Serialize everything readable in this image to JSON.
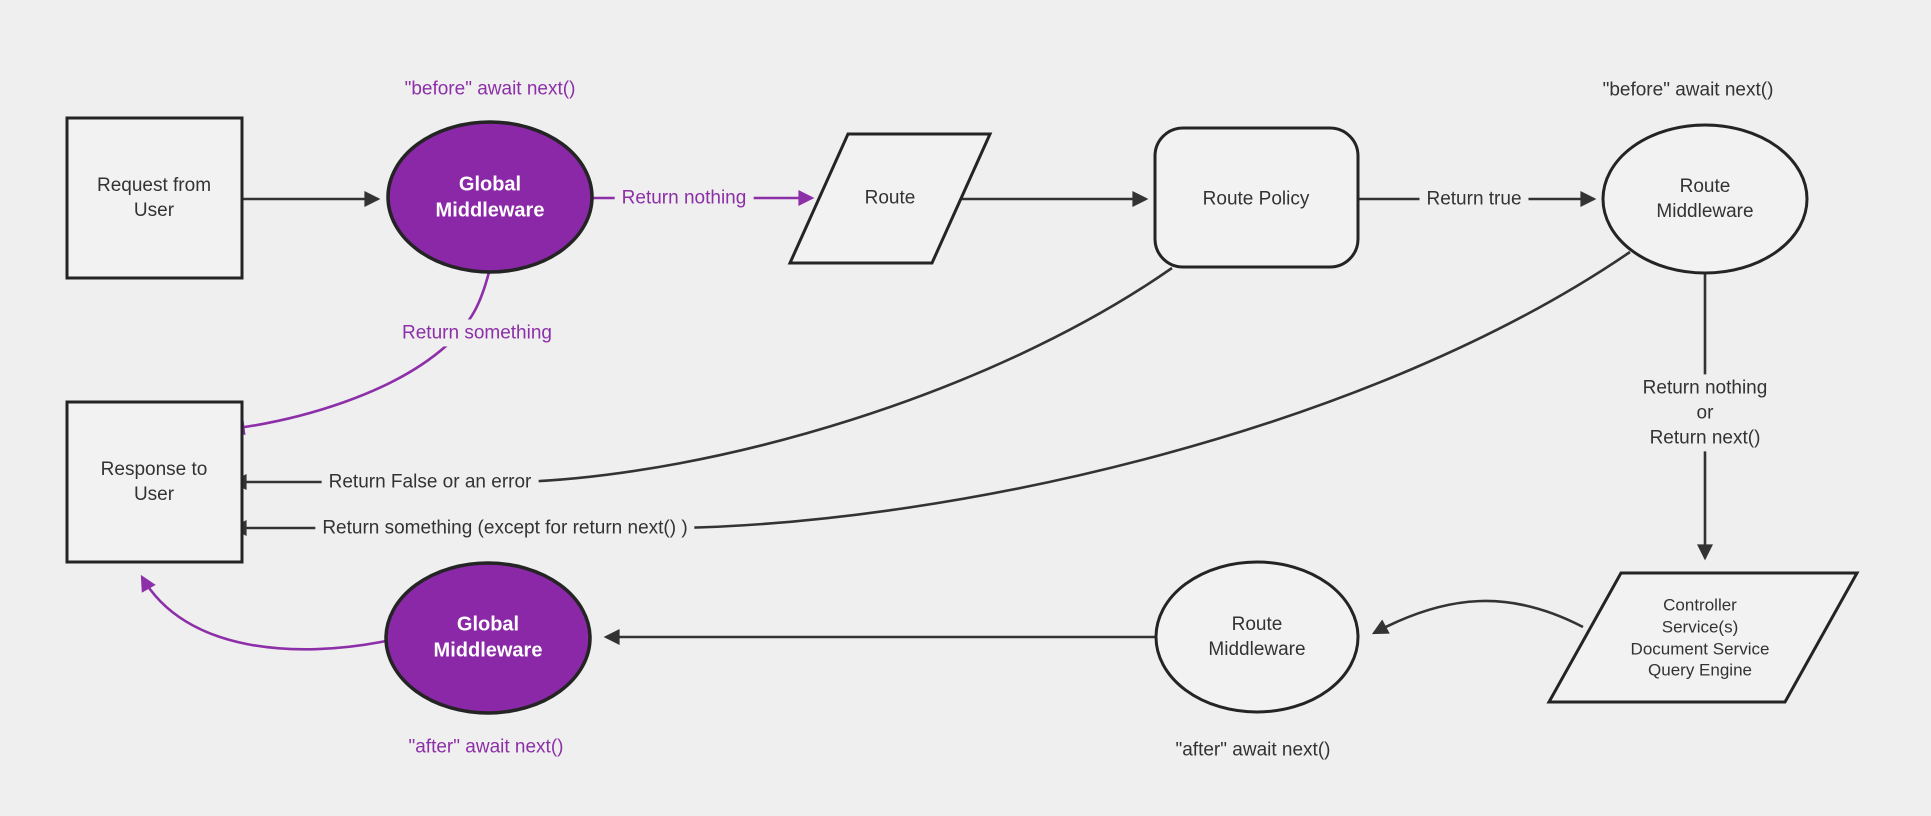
{
  "diagram": {
    "nodes": {
      "request": {
        "label": "Request from\nUser"
      },
      "global_middleware_top": {
        "label": "Global\nMiddleware"
      },
      "route": {
        "label": "Route"
      },
      "route_policy": {
        "label": "Route Policy"
      },
      "route_middleware_top": {
        "label": "Route\nMiddleware"
      },
      "controller": {
        "label": "Controller\nService(s)\nDocument Service\nQuery Engine"
      },
      "route_middleware_bottom": {
        "label": "Route\nMiddleware"
      },
      "global_middleware_bottom": {
        "label": "Global\nMiddleware"
      },
      "response": {
        "label": "Response to\nUser"
      }
    },
    "edge_labels": {
      "before_await_next_global": "\"before\" await next()",
      "return_nothing": "Return nothing",
      "return_true": "Return true",
      "before_await_next_route": "\"before\" await next()",
      "return_nothing_or_next": "Return nothing\nor\nReturn next()",
      "return_something": "Return something",
      "return_false_or_error": "Return False or an error",
      "return_something_except": "Return something (except for return next() )",
      "after_await_next_route": "\"after\" await next()",
      "after_await_next_global": "\"after\" await next()"
    },
    "colors": {
      "background": "#efefef",
      "node_fill": "#f2f2f2",
      "node_stroke": "#242424",
      "edge_dark": "#333333",
      "text_dark": "#333333",
      "purple_fill": "#8a28a7",
      "purple_accent": "#8c2fa8",
      "text_white": "#ffffff"
    }
  }
}
